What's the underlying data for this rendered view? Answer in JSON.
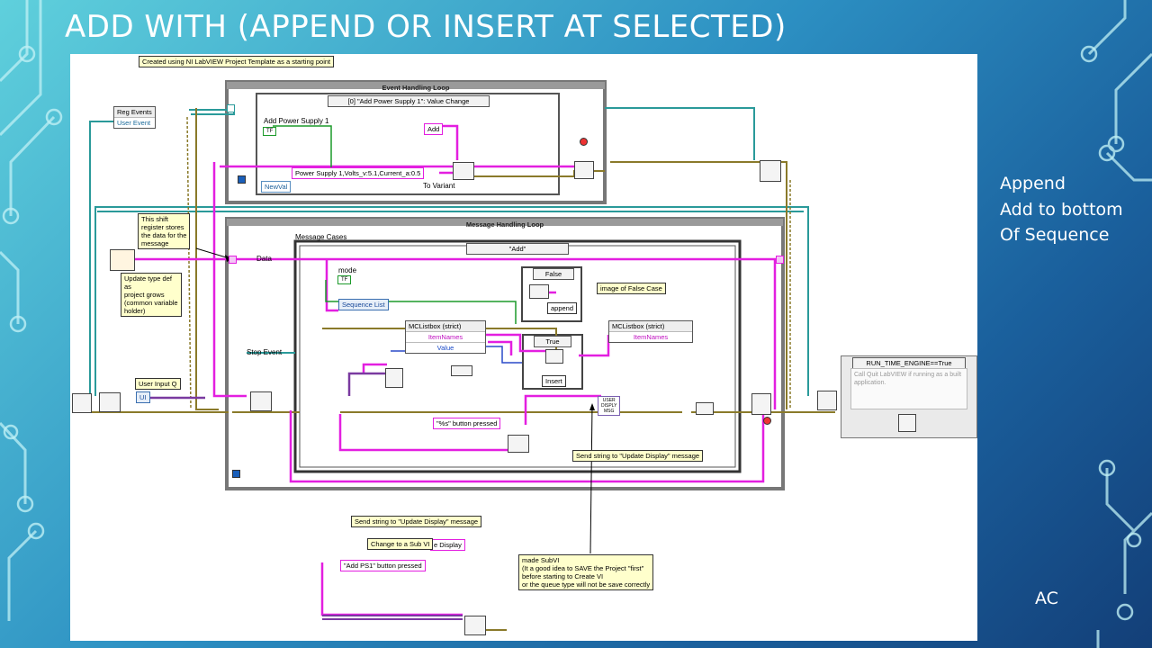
{
  "slide": {
    "title": "ADD WITH (APPEND OR INSERT AT SELECTED)",
    "side_note": [
      "Append",
      "Add to bottom",
      "Of Sequence"
    ],
    "author": "AC"
  },
  "diagram": {
    "template_note": "Created using NI LabVIEW Project Template as a starting point",
    "reg_events": "Reg Events",
    "user_event": "User Event",
    "event_loop_title": "Event Handling Loop",
    "event_case_selector": "[0] \"Add Power Supply 1\": Value Change",
    "add_power_supply_label": "Add Power Supply 1",
    "add_string": "Add",
    "power_supply_string": "Power Supply 1,Volts_v:5.1,Current_a:0.5",
    "to_variant": "To Variant",
    "newval": "NewVal",
    "shift_note": [
      "This shift",
      "register stores",
      "the data for the",
      "message"
    ],
    "update_note": [
      "Update type def",
      "as",
      "project grows",
      "(common variable",
      "holder)"
    ],
    "message_loop_title": "Message Handling Loop",
    "message_cases": "Message Cases",
    "message_case_selector": "\"Add\"",
    "data_label": "Data",
    "stop_event_label": "Stop Event",
    "user_input_q": "User Input Q",
    "ui_label": "UI",
    "mode_label": "mode",
    "sequence_list": "Sequence List",
    "mclistbox_1": "MCListbox (strict)",
    "itemnames_1": "ItemNames",
    "value_1": "Value",
    "mclistbox_2": "MCListbox (strict)",
    "itemnames_2": "ItemNames",
    "false_case": "False",
    "true_case": "True",
    "append_label": "append",
    "insert_label": "Insert",
    "image_false_note": "image of False Case",
    "user_display_msg": [
      "USER",
      "DISPLY",
      "MSG"
    ],
    "button_pressed_string": "\"%s\" button pressed",
    "send_update_note_1": "Send string to \"Update Display\" message",
    "send_update_note_2": "Send string to \"Update Display\" message",
    "change_subvi_note": "Change to a Sub VI",
    "update_display_fragment": "e Display",
    "add_ps1_string": "\"Add PS1\" button pressed",
    "made_subvi_note": [
      "made SubVI",
      "(It a good idea to SAVE the Project \"first\"",
      "before starting to Create VI",
      "or the queue type will not be save correctly"
    ],
    "rte_selector": "RUN_TIME_ENGINE==True",
    "rte_comment": "Call Quit LabVIEW if running as a built application.",
    "colors": {
      "string_wire": "#e31fe0",
      "bool_wire": "#1c9a2a",
      "cluster_wire": "#8a7a2a",
      "ref_wire": "#2a9a9a",
      "int_wire": "#2a4ac8"
    }
  }
}
